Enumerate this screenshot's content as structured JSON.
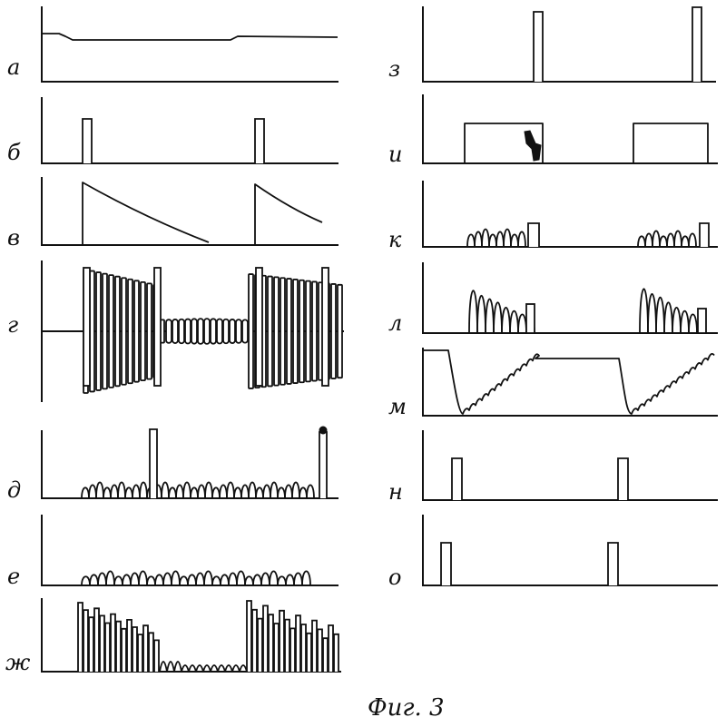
{
  "figure": {
    "caption": "Фиг. 3",
    "panels": [
      {
        "id": "a",
        "label": "а"
      },
      {
        "id": "b",
        "label": "б"
      },
      {
        "id": "v",
        "label": "в"
      },
      {
        "id": "g",
        "label": "г"
      },
      {
        "id": "d",
        "label": "д"
      },
      {
        "id": "e",
        "label": "е"
      },
      {
        "id": "zh",
        "label": "ж"
      },
      {
        "id": "z",
        "label": "з"
      },
      {
        "id": "i",
        "label": "и"
      },
      {
        "id": "k",
        "label": "к"
      },
      {
        "id": "l",
        "label": "л"
      },
      {
        "id": "m",
        "label": "м"
      },
      {
        "id": "n",
        "label": "н"
      },
      {
        "id": "o",
        "label": "о"
      }
    ]
  }
}
